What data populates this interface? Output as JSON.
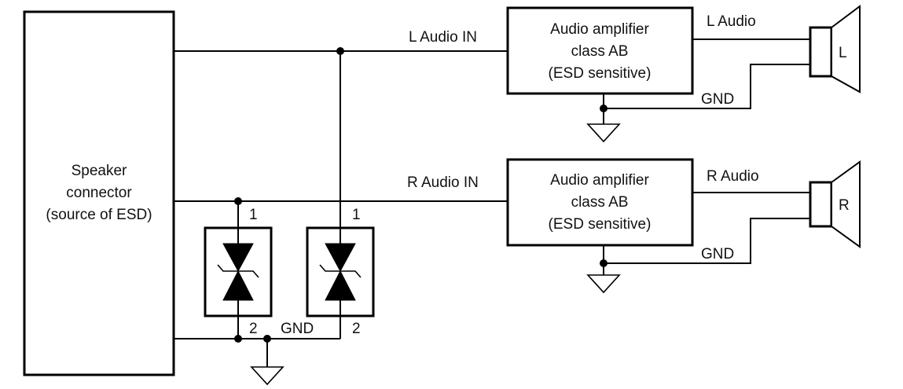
{
  "connector": {
    "line1": "Speaker",
    "line2": "connector",
    "line3": "(source of ESD)"
  },
  "amp_left": {
    "line1": "Audio amplifier",
    "line2": "class AB",
    "line3": "(ESD sensitive)"
  },
  "amp_right": {
    "line1": "Audio amplifier",
    "line2": "class AB",
    "line3": "(ESD sensitive)"
  },
  "signals": {
    "l_audio_in": "L Audio IN",
    "r_audio_in": "R Audio IN",
    "l_audio": "L Audio",
    "r_audio": "R Audio",
    "gnd": "GND"
  },
  "speakers": {
    "left": "L",
    "right": "R"
  },
  "tvs": {
    "pin1": "1",
    "pin2": "2"
  }
}
